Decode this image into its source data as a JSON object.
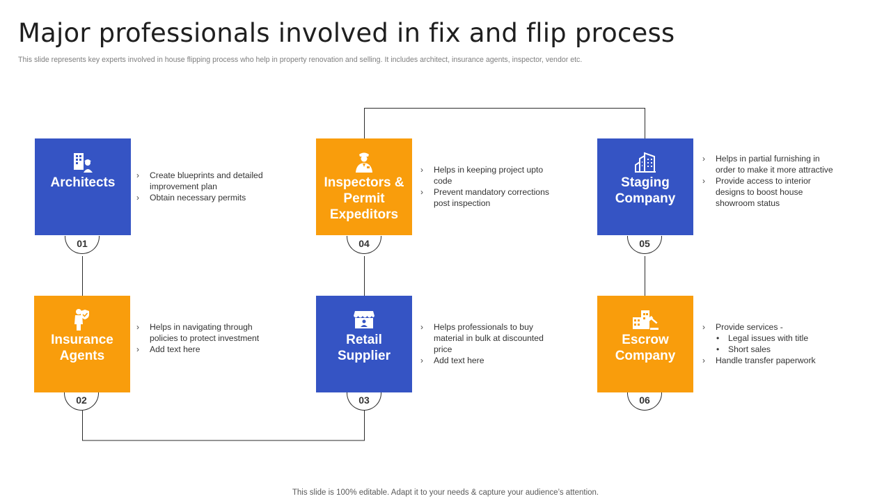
{
  "title": "Major professionals involved in fix and flip process",
  "subtitle": "This slide represents key experts involved in house flipping process who help in property renovation and selling. It includes architect, insurance agents, inspector, vendor etc.",
  "footer": "This slide is 100% editable. Adapt it to your needs & capture your audience’s attention.",
  "colors": {
    "blue": "#3554c4",
    "orange": "#f99d0c",
    "connector": "#2b2b2b"
  },
  "steps": [
    {
      "number": "01",
      "label": "Architects",
      "color": "blue",
      "icon": "building-worker-icon",
      "points": [
        "Create blueprints and detailed improvement plan",
        "Obtain necessary permits"
      ]
    },
    {
      "number": "02",
      "label": "Insurance Agents",
      "color": "orange",
      "icon": "agent-shield-icon",
      "points": [
        "Helps in navigating through policies to protect investment",
        "Add text here"
      ]
    },
    {
      "number": "03",
      "label": "Retail Supplier",
      "color": "blue",
      "icon": "shop-icon",
      "points": [
        "Helps professionals to buy material in bulk at discounted price",
        "Add text here"
      ]
    },
    {
      "number": "04",
      "label": "Inspectors & Permit Expeditors",
      "color": "orange",
      "icon": "inspector-icon",
      "points": [
        "Helps in keeping project upto code",
        "Prevent mandatory corrections post inspection"
      ]
    },
    {
      "number": "05",
      "label": "Staging Company",
      "color": "blue",
      "icon": "city-buildings-icon",
      "points": [
        "Helps in partial furnishing in order to make it more attractive",
        "Provide access to interior designs to boost house showroom status"
      ]
    },
    {
      "number": "06",
      "label": "Escrow Company",
      "color": "orange",
      "icon": "escrow-gavel-icon",
      "points": [
        "Provide services -",
        "Legal issues with title",
        "Short sales",
        "Handle transfer paperwork"
      ]
    }
  ]
}
